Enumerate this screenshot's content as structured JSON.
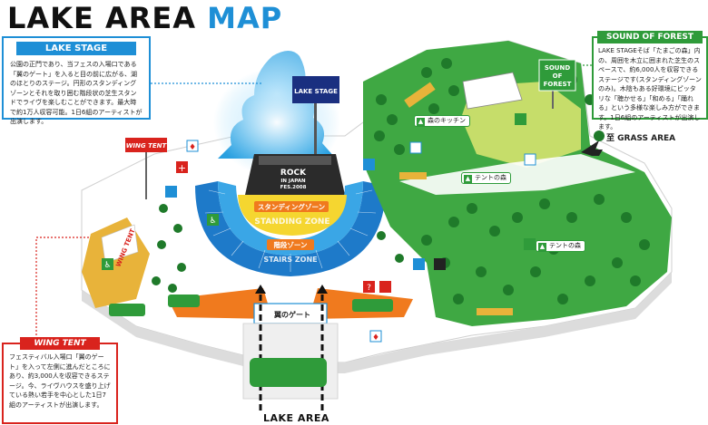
{
  "title": {
    "part1": "LAKE AREA",
    "part2": "MAP"
  },
  "boxes": {
    "lake_stage": {
      "heading": "LAKE STAGE",
      "body": "公園の正門であり、当フェスの入場口である「翼のゲート」を入ると目の前に広がる、湖のほとりのステージ。円形のスタンディングゾーンとそれを取り囲む階段状の芝生スタンドでライヴを楽しむことができます。最大時で約1万人収容可能。1日6組のアーティストが出演します。"
    },
    "sound_of_forest": {
      "heading": "SOUND OF FOREST",
      "body": "LAKE STAGEそば「たまごの森」内の、周囲を木立に囲まれた芝生のスペースで、約6,000人を収容できるステージです(スタンディングゾーンのみ)。木陰もある好環境にピッタリな「聴かせる」「和める」「踊れる」という多様な楽しみ方ができます。1日6組のアーティストが出演します。"
    },
    "wing_tent": {
      "heading": "WING TENT",
      "body": "フェスティバル入場口「翼のゲート」を入って左側に進んだところにあり、約3,000人を収容できるステージ。今、ライヴハウスを盛り上げている熱い若手を中心とした1日7組のアーティストが出演します。"
    }
  },
  "map_labels": {
    "lake_stage_sign": "LAKE STAGE",
    "rock_logo_1": "ROCK",
    "rock_logo_2": "IN JAPAN",
    "rock_logo_3": "FES.2008",
    "standing_zone": "スタンディングゾーン",
    "standing_zone_en": "STANDING ZONE",
    "stairs_zone": "階段ゾーン",
    "stairs_zone_en": "STAIRS ZONE",
    "gate": "翼のゲート",
    "wing_tent_sign": "WING TENT",
    "wing_tent_vertical": "WING TENT",
    "sound_of_forest_sign_1": "SOUND",
    "sound_of_forest_sign_2": "OF",
    "sound_of_forest_sign_3": "FOREST",
    "forest_kitchen": "森のキッチン",
    "tent_forest_1": "テントの森",
    "tent_forest_2": "テントの森",
    "grass_area": "至 GRASS AREA",
    "lake_area": "LAKE AREA"
  },
  "colors": {
    "blue": "#1e8fd6",
    "forest_green": "#2f9b3a",
    "grass_green": "#c6dd6a",
    "red": "#d9231d",
    "orange": "#f07a1e",
    "yellow": "#f5d630"
  },
  "icons": [
    "restroom-icon",
    "first-aid-icon",
    "wheelchair-icon",
    "locker-icon",
    "info-icon",
    "shop-icon",
    "tent-icon",
    "smoking-icon",
    "trash-icon",
    "drink-icon"
  ]
}
